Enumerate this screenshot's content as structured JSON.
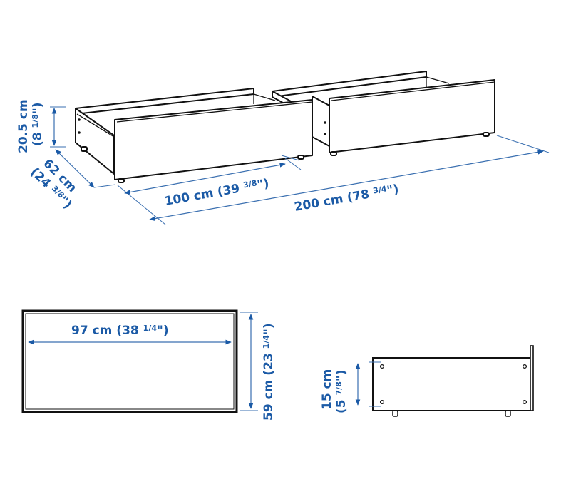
{
  "diagram": {
    "type": "product-dimension-drawing",
    "subject": "under-bed storage drawers (set of 2)",
    "accent_color": "#1b5aa6",
    "line_color": "#111111",
    "views": {
      "perspective": {
        "height": {
          "metric": "20.5 cm",
          "imperial_whole": "(8 ",
          "imperial_frac": "1/8",
          "imperial_close": "\")"
        },
        "depth": {
          "metric": "62 cm",
          "imperial_whole": "(24 ",
          "imperial_frac": "3/8",
          "imperial_close": "\")"
        },
        "single_width": {
          "metric": "100 cm",
          "imperial_whole": "(39 ",
          "imperial_frac": "3/8",
          "imperial_close": "\")"
        },
        "total_width": {
          "metric": "200 cm",
          "imperial_whole": "(78 ",
          "imperial_frac": "3/4",
          "imperial_close": "\")"
        }
      },
      "top": {
        "inner_width": {
          "metric": "97 cm",
          "imperial_whole": "(38 ",
          "imperial_frac": "1/4",
          "imperial_close": "\")"
        },
        "inner_depth": {
          "metric": "59 cm",
          "imperial_whole": "(23 ",
          "imperial_frac": "1/4",
          "imperial_close": "\")"
        }
      },
      "side": {
        "inner_height": {
          "metric": "15 cm",
          "imperial_whole": "(5 ",
          "imperial_frac": "7/8",
          "imperial_close": "\")"
        }
      }
    }
  }
}
